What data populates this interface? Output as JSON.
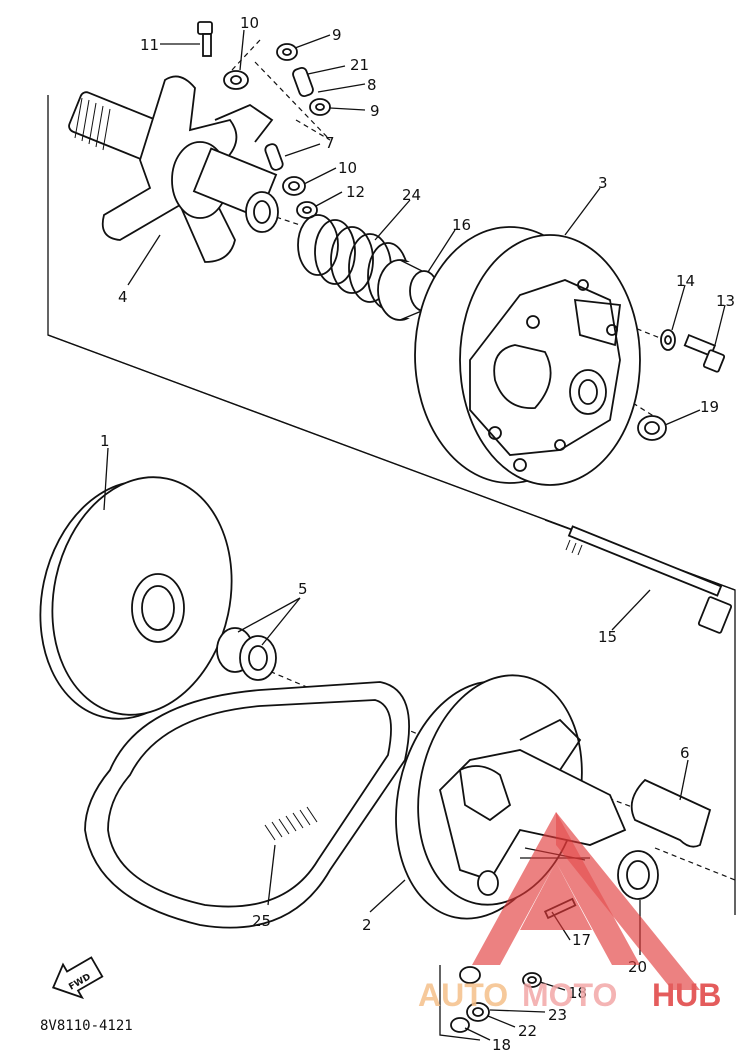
{
  "diagram": {
    "callouts": [
      {
        "id": "11",
        "text": "11"
      },
      {
        "id": "10a",
        "text": "10"
      },
      {
        "id": "9a",
        "text": "9"
      },
      {
        "id": "21",
        "text": "21"
      },
      {
        "id": "8",
        "text": "8"
      },
      {
        "id": "9b",
        "text": "9"
      },
      {
        "id": "7",
        "text": "7"
      },
      {
        "id": "10b",
        "text": "10"
      },
      {
        "id": "12",
        "text": "12"
      },
      {
        "id": "24",
        "text": "24"
      },
      {
        "id": "16",
        "text": "16"
      },
      {
        "id": "3",
        "text": "3"
      },
      {
        "id": "4",
        "text": "4"
      },
      {
        "id": "14",
        "text": "14"
      },
      {
        "id": "13",
        "text": "13"
      },
      {
        "id": "19",
        "text": "19"
      },
      {
        "id": "1",
        "text": "1"
      },
      {
        "id": "5",
        "text": "5"
      },
      {
        "id": "15",
        "text": "15"
      },
      {
        "id": "6",
        "text": "6"
      },
      {
        "id": "25",
        "text": "25"
      },
      {
        "id": "2",
        "text": "2"
      },
      {
        "id": "17",
        "text": "17"
      },
      {
        "id": "20",
        "text": "20"
      },
      {
        "id": "18a",
        "text": "18"
      },
      {
        "id": "23",
        "text": "23"
      },
      {
        "id": "22",
        "text": "22"
      },
      {
        "id": "18b",
        "text": "18"
      }
    ],
    "fwd_label": "FWD",
    "drawing_code": "8V8110-4121"
  },
  "watermark": {
    "text_auto": "AUTO",
    "text_moto": "MOTO",
    "text_hub": "HUB",
    "color_auto": "#f5c08a",
    "color_moto": "#f3a7a7",
    "color_hub": "#e04040",
    "color_triangle": "#e23a3a"
  }
}
